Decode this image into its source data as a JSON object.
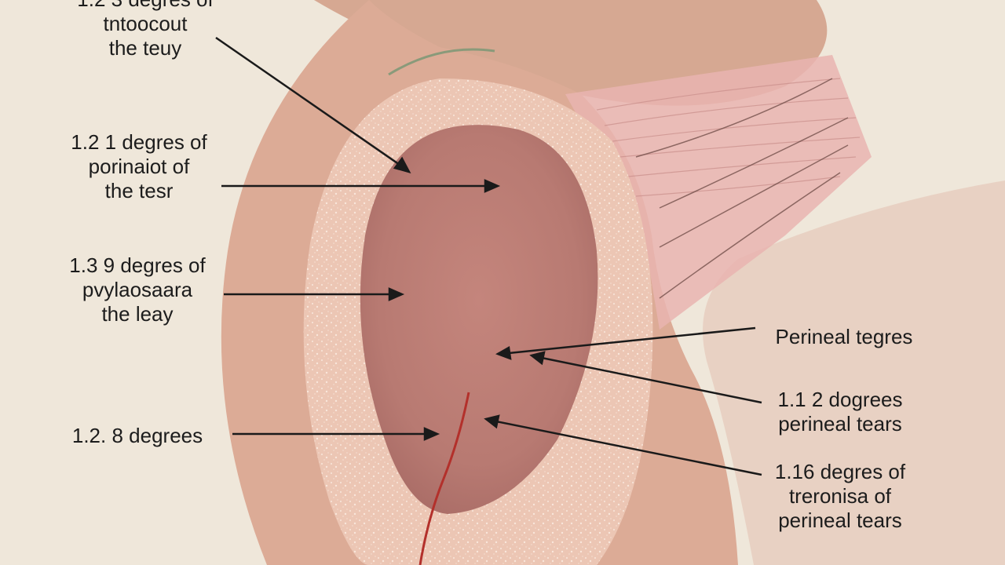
{
  "labels": {
    "top_left": {
      "lines": [
        "1.2 3 degres of",
        "tntoocout",
        "the teuy"
      ]
    },
    "upper_left": {
      "lines": [
        "1.2 1 degres of",
        "porinaiot of",
        "the tesr"
      ]
    },
    "middle_left": {
      "lines": [
        "1.3 9 degres of",
        "pvylaosaara",
        "the leay"
      ]
    },
    "lower_left": {
      "lines": [
        "1.2. 8 degrees"
      ]
    },
    "right_top": {
      "lines": [
        "Perineal tegres"
      ]
    },
    "right_middle": {
      "lines": [
        "1.1 2 dogrees",
        "perineal tears"
      ]
    },
    "right_bottom": {
      "lines": [
        "1.16 degres of",
        "treronisa of",
        "perineal tears"
      ]
    }
  },
  "colors": {
    "background": "#efe7da",
    "outer_tissue": "#dcab96",
    "textured_ring": "#ecc9b7",
    "inner_cavity": "#b97c74",
    "muscle_fibers": "#e9b4b0",
    "tear_line": "#b3302b",
    "arrow": "#1a1a1a"
  }
}
